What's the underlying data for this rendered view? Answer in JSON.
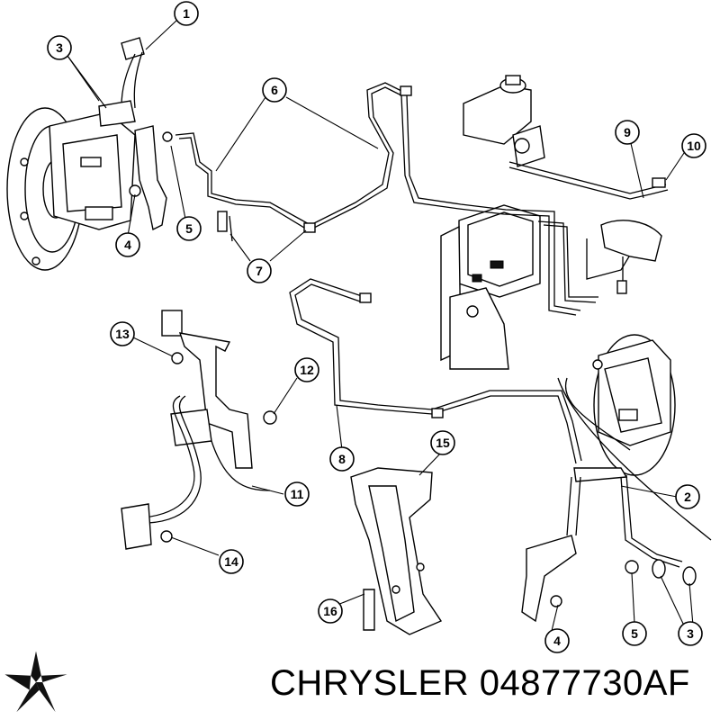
{
  "footer": {
    "brand_part": "CHRYSLER 04877730AF"
  },
  "logo": {
    "icon": "pentastar-logo",
    "color": "#111111"
  },
  "callouts": [
    "1",
    "2",
    "3",
    "3",
    "4",
    "4",
    "5",
    "5",
    "6",
    "7",
    "8",
    "9",
    "10",
    "11",
    "12",
    "13",
    "14",
    "15",
    "16"
  ]
}
